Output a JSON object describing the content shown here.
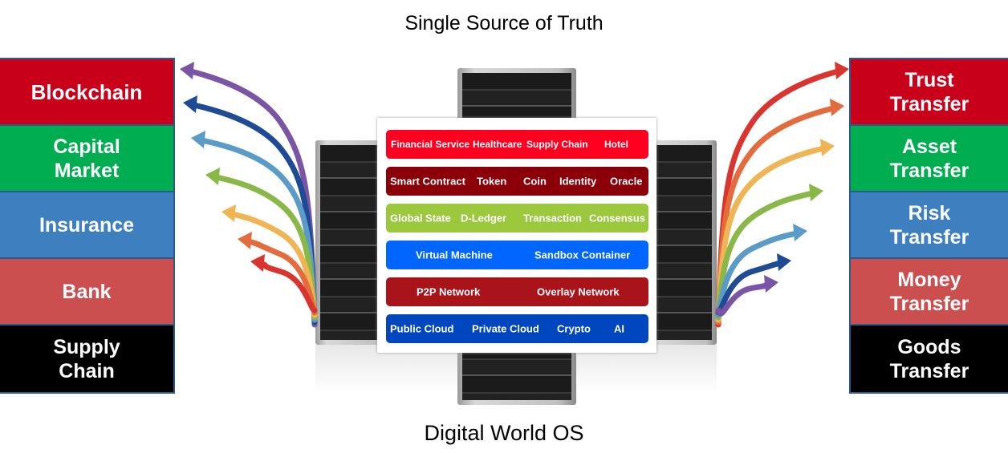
{
  "title_top": "Single Source of Truth",
  "title_bottom": "Digital World OS",
  "left_boxes": [
    {
      "label": "Blockchain",
      "color": "#c8001a"
    },
    {
      "label": "Capital Market",
      "color": "#00ad50"
    },
    {
      "label": "Insurance",
      "color": "#3d7fbf"
    },
    {
      "label": "Bank",
      "color": "#cc4f4f"
    },
    {
      "label": "Supply Chain",
      "color": "#000000"
    }
  ],
  "right_boxes": [
    {
      "label": "Trust Transfer",
      "color": "#c8001a"
    },
    {
      "label": "Asset Transfer",
      "color": "#00ad50"
    },
    {
      "label": "Risk Transfer",
      "color": "#3d7fbf"
    },
    {
      "label": "Money Transfer",
      "color": "#cc4f4f"
    },
    {
      "label": "Goods Transfer",
      "color": "#000000"
    }
  ],
  "layers": [
    {
      "color": "#ff0020",
      "items": [
        "Financial Service",
        "Healthcare",
        "Supply Chain",
        "Hotel"
      ]
    },
    {
      "color": "#8b0008",
      "items": [
        "Smart Contract",
        "Token",
        "Coin",
        "Identity",
        "Oracle"
      ]
    },
    {
      "color": "#9bc83c",
      "items": [
        "Global State",
        "D-Ledger",
        "Transaction",
        "Consensus"
      ]
    },
    {
      "color": "#0066ff",
      "items": [
        "Virtual Machine",
        "Sandbox Container"
      ]
    },
    {
      "color": "#a8141a",
      "items": [
        "P2P Network",
        "Overlay Network"
      ]
    },
    {
      "color": "#0046be",
      "items": [
        "Public Cloud",
        "Private Cloud",
        "Crypto",
        "AI"
      ]
    }
  ],
  "arrow_colors": [
    "#7b55a5",
    "#1f4a94",
    "#5a9bc8",
    "#8ab848",
    "#efb454",
    "#e46c3c",
    "#d9342e"
  ]
}
